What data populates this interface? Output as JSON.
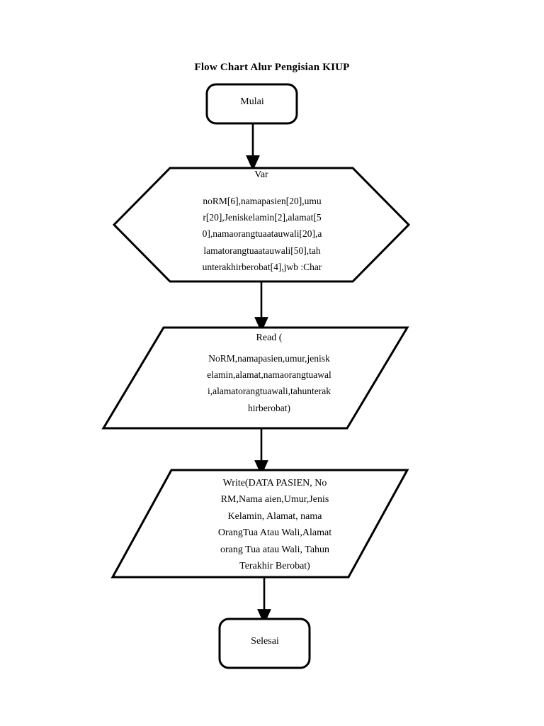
{
  "document": {
    "title": "Flow Chart Alur Pengisian KIUP",
    "background_color": "#ffffff",
    "stroke_color": "#000000",
    "text_color": "#000000"
  },
  "chart_data": {
    "type": "diagram",
    "diagram_kind": "flowchart",
    "title": "Flow Chart Alur Pengisian KIUP",
    "orientation": "top-to-bottom",
    "nodes": [
      {
        "id": "start",
        "shape": "rounded-rectangle",
        "role": "terminator",
        "label": "Mulai"
      },
      {
        "id": "var",
        "shape": "hexagon",
        "role": "preparation",
        "header": "Var",
        "body": "noRM[6],namapasien[20],umur[20],Jeniskelamin[2],alamat[50],namaorangtuaatauwali[20],alamatorangtuaatauwali[50],tahunterakhirberobat[4],jwb :Char",
        "body_lines": [
          "noRM[6],namapasien[20],umu",
          "r[20],Jeniskelamin[2],alamat[5",
          "0],namaorangtuaatauwali[20],a",
          "lamatorangtuaatauwali[50],tah",
          "unterakhirberobat[4],jwb :Char"
        ]
      },
      {
        "id": "read",
        "shape": "parallelogram",
        "role": "input",
        "header": "Read (",
        "body_lines": [
          "NoRM,namapasien,umur,jenisk",
          "elamin,alamat,namaorangtuawal",
          "i,alamatorangtuawali,tahunterak",
          "hirberobat)"
        ]
      },
      {
        "id": "write",
        "shape": "parallelogram",
        "role": "output",
        "body_lines": [
          "Write(DATA PASIEN, No",
          "RM,Nama aien,Umur,Jenis",
          "Kelamin, Alamat, nama",
          "OrangTua Atau Wali,Alamat",
          "orang Tua atau Wali, Tahun",
          "Terakhir Berobat)"
        ]
      },
      {
        "id": "end",
        "shape": "rounded-rectangle",
        "role": "terminator",
        "label": "Selesai"
      }
    ],
    "edges": [
      {
        "from": "start",
        "to": "var",
        "arrow": "down-arrow"
      },
      {
        "from": "var",
        "to": "read",
        "arrow": "down-arrow"
      },
      {
        "from": "read",
        "to": "write",
        "arrow": "down-arrow"
      },
      {
        "from": "write",
        "to": "end",
        "arrow": "down-arrow"
      }
    ]
  },
  "nodes": {
    "start": {
      "label": "Mulai"
    },
    "var": {
      "header": "Var",
      "body": "noRM[6],namapasien[20],umu\nr[20],Jeniskelamin[2],alamat[5\n0],namaorangtuaatauwali[20],a\nlamatorangtuaatauwali[50],tah\nunterakhirberobat[4],jwb :Char"
    },
    "read": {
      "header": "Read (",
      "body": "NoRM,namapasien,umur,jenisk\nelamin,alamat,namaorangtuawal\ni,alamatorangtuawali,tahunterak\nhirberobat)"
    },
    "write": {
      "body": "Write(DATA PASIEN, No\nRM,Nama aien,Umur,Jenis\nKelamin, Alamat, nama\nOrangTua Atau Wali,Alamat\norang Tua atau Wali, Tahun\nTerakhir Berobat)"
    },
    "end": {
      "label": "Selesai"
    }
  }
}
